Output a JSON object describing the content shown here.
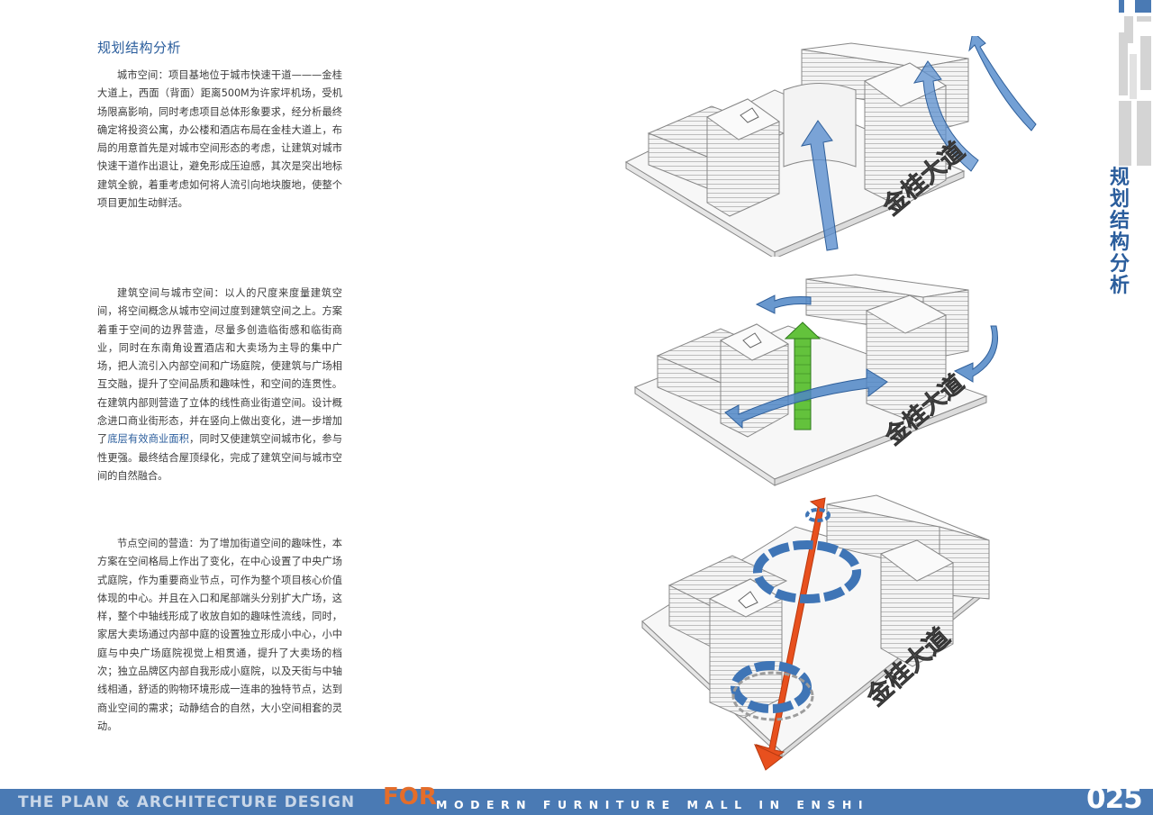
{
  "header": {
    "section_title": "规划结构分析",
    "vertical_title": "规划结构分析"
  },
  "paragraphs": [
    {
      "text": "城市空间：项目基地位于城市快速干道———金桂大道上，西面（背面）距离500M为许家坪机场，受机场限高影响，同时考虑项目总体形象要求，经分析最终确定将投资公寓，办公楼和酒店布局在金桂大道上，布局的用意首先是对城市空间形态的考虑，让建筑对城市快速干道作出退让，避免形成压迫感，其次是突出地标建筑全貌，着重考虑如何将人流引向地块腹地，使整个项目更加生动鲜活。"
    },
    {
      "text_before": "建筑空间与城市空间：以人的尺度来度量建筑空间，将空间概念从城市空间过度到建筑空间之上。方案着重于空间的边界营造，尽量多创造临街感和临街商业，同时在东南角设置酒店和大卖场为主导的集中广场，把人流引入内部空间和广场庭院，使建筑与广场相互交融，提升了空间品质和趣味性，和空间的连贯性。在建筑内部则营造了立体的线性商业街道空间。设计概念进口商业街形态，并在竖向上做出变化，进一步增加了",
      "highlight": "底层有效商业面积",
      "text_after": "，同时又使建筑空间城市化，参与性更强。最终结合屋顶绿化，完成了建筑空间与城市空间的自然融合。"
    },
    {
      "text": "节点空间的营造：为了增加街道空间的趣味性，本方案在空间格局上作出了变化，在中心设置了中央广场式庭院，作为重要商业节点，可作为整个项目核心价值体现的中心。并且在入口和尾部端头分别扩大广场，这样，整个中轴线形成了收放自如的趣味性流线，同时，家居大卖场通过内部中庭的设置独立形成小中心，小中庭与中央广场庭院视觉上相贯通，提升了大卖场的档次；独立品牌区内部自我形成小庭院，以及天街与中轴线相通，舒适的购物环境形成一连串的独特节点，达到商业空间的需求；动静结合的自然，大小空间相套的灵动。"
    }
  ],
  "diagrams": [
    {
      "road_label": "金桂大道"
    },
    {
      "road_label": "金桂大道"
    },
    {
      "road_label": "金桂大道"
    }
  ],
  "footer": {
    "left": "THE PLAN & ARCHITECTURE DESIGN",
    "for": "FOR",
    "right": "MODERN FURNITURE MALL IN ENSHI",
    "page_number": "025"
  },
  "colors": {
    "accent_blue": "#2a5d9c",
    "footer_blue": "#4a7ab4",
    "arrow_blue": "#4f86c6",
    "arrow_green": "#63c23c",
    "arrow_red": "#e8501e"
  }
}
